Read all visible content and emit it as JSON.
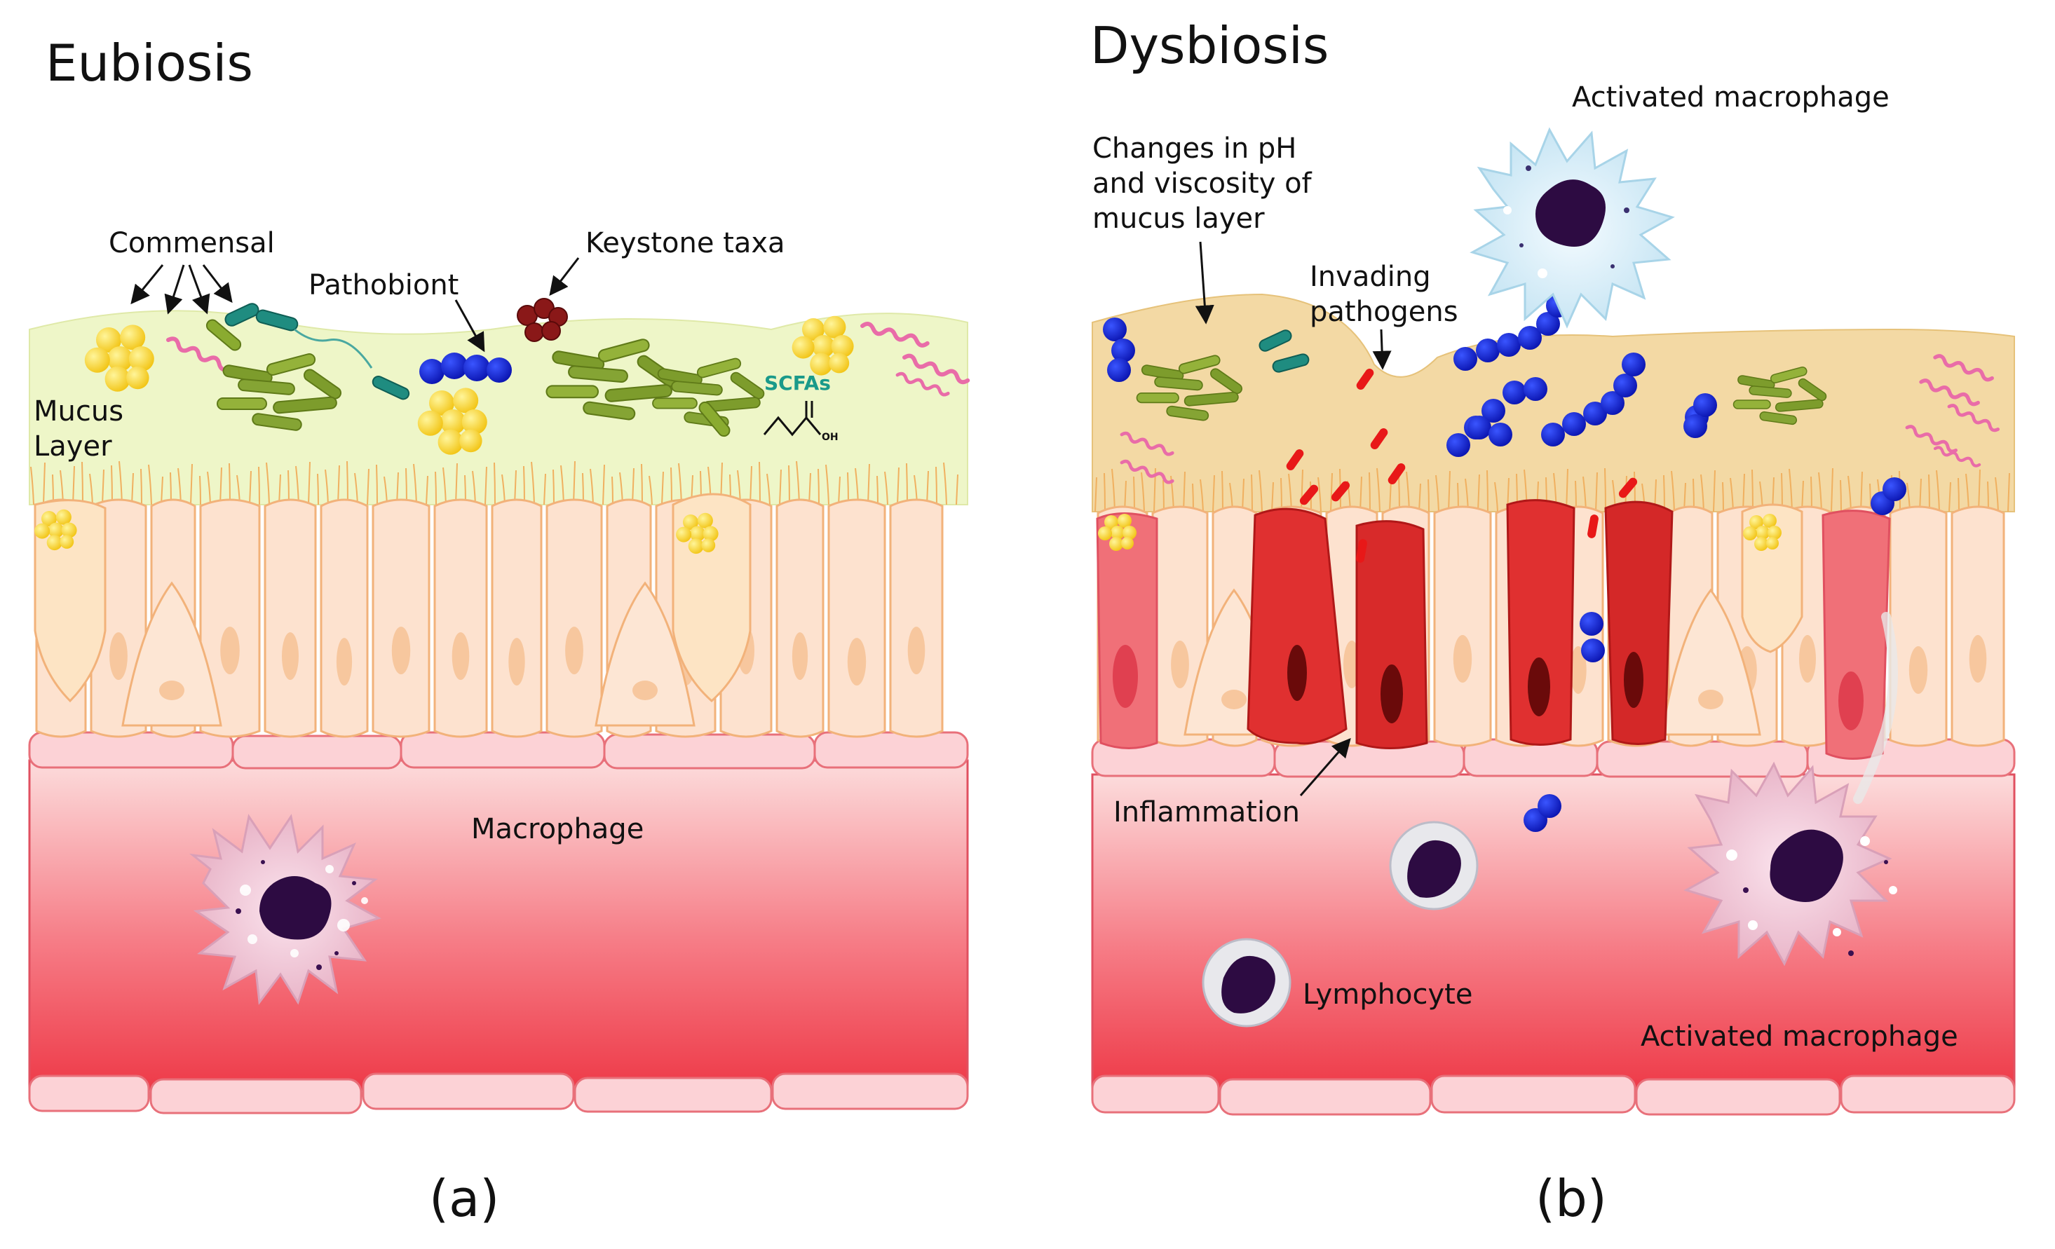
{
  "panel_a": {
    "title": "Eubiosis",
    "letter": "(a)",
    "labels": {
      "commensal": "Commensal",
      "pathobiont": "Pathobiont",
      "keystone": "Keystone taxa",
      "mucus_line1": "Mucus",
      "mucus_line2": "Layer",
      "scfas": "SCFAs",
      "oh": "OH",
      "macrophage": "Macrophage"
    }
  },
  "panel_b": {
    "title": "Dysbiosis",
    "letter": "(b)",
    "labels": {
      "activated_top": "Activated macrophage",
      "changes_line1": "Changes in pH",
      "changes_line2": "and viscosity of",
      "changes_line3": "mucus layer",
      "invading_line1": "Invading",
      "invading_line2": "pathogens",
      "inflammation": "Inflammation",
      "lymphocyte": "Lymphocyte",
      "activated_bottom": "Activated macrophage"
    }
  },
  "colors": {
    "mucus_eubiosis": "#eef6c8",
    "mucus_dysbiosis": "#f3d9a4",
    "epithelium": "#fbe0cc",
    "cell_border": "#f2b27a",
    "lamina_top": "#fbd8d8",
    "lamina_bottom": "#ef3f4c",
    "inflamed_cell": "#e03030",
    "nucleus": "#2d0b42",
    "pathogen_blue": "#1020d8",
    "commensal_green": "#7a9a30",
    "teal_bacteria": "#1f8c80",
    "yellow_cocci": "#f5d020",
    "scfa_teal": "#1a9a8a"
  }
}
